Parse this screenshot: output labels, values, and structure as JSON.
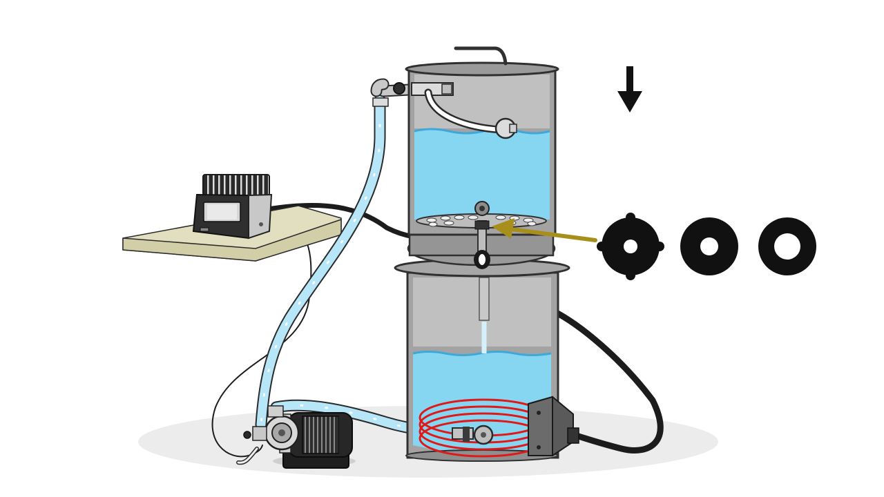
{
  "diagram": {
    "components": [
      "controller",
      "upper-vessel",
      "lower-vessel",
      "pump",
      "heating-coil",
      "heater-plug",
      "recirculation-hose",
      "drain-tube",
      "sparge-arm",
      "false-bottom"
    ],
    "annotations": {
      "arrow_down": "down-arrow-icon",
      "pointer_arrow": "pointer-arrow-icon",
      "pointer_color": "#a88f1c"
    },
    "gaskets": [
      {
        "name": "gasket-1",
        "hole": "small"
      },
      {
        "name": "gasket-2",
        "hole": "medium"
      },
      {
        "name": "gasket-3",
        "hole": "large"
      }
    ],
    "colors": {
      "water": "#86d6f2",
      "steel": "#a3a3a3",
      "steel_light": "#c4c4c4",
      "outline": "#303030",
      "cable": "#1c1c1c",
      "coil": "#e01818",
      "hose": "#b6e6f8",
      "board": "#e1dfbf"
    }
  }
}
